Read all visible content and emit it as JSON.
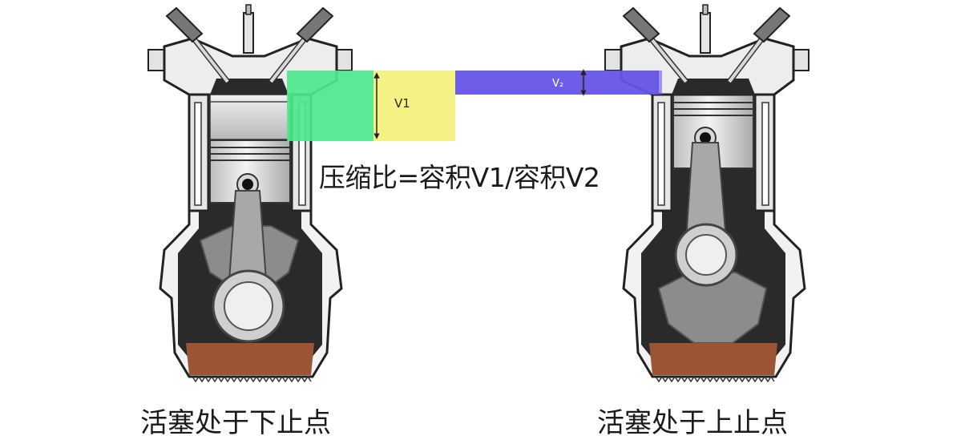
{
  "formula": "压缩比=容积V1/容积V2",
  "v1_label": "V1",
  "v2_label": "V₂",
  "engine_left": {
    "caption": "活塞处于下止点"
  },
  "engine_right": {
    "caption": "活塞处于上止点"
  },
  "colors": {
    "v1_green": "#4fe68c",
    "v1_yellow": "#f4f285",
    "v2_purple": "#6655e6",
    "oil": "#9b5535",
    "metal_light": "#dcdcdc",
    "metal_dark": "#232323"
  }
}
